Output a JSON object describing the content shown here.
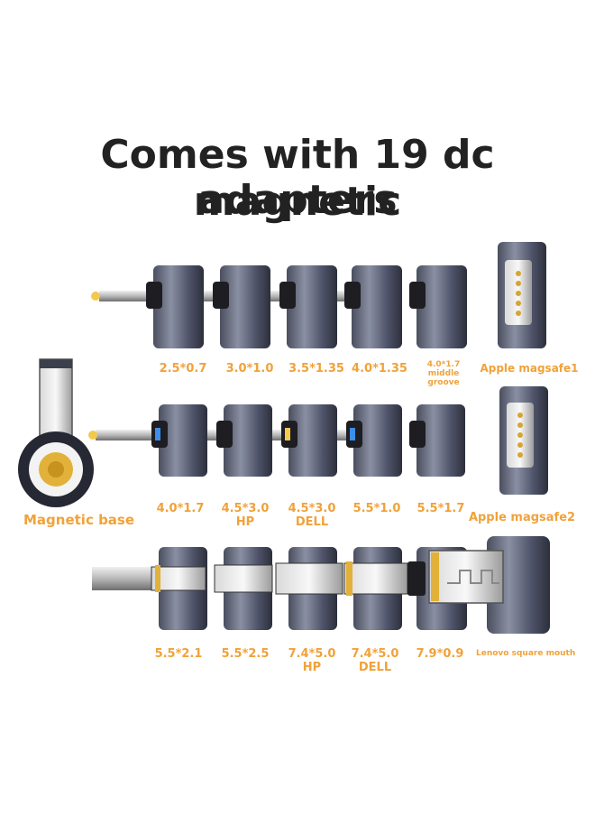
{
  "title": {
    "line1": "Comes with 19 dc magnetic",
    "line2": "adapters"
  },
  "base_label": "Magnetic base",
  "rows": [
    {
      "items": [
        {
          "label": "2.5*0.7"
        },
        {
          "label": "3.0*1.0"
        },
        {
          "label": "3.5*1.35"
        },
        {
          "label": "4.0*1.35"
        },
        {
          "label": "4.0*1.7 middle groove"
        },
        {
          "label": "Apple magsafe1"
        }
      ]
    },
    {
      "items": [
        {
          "label": "4.0*1.7"
        },
        {
          "label": "4.5*3.0 HP"
        },
        {
          "label": "4.5*3.0 DELL"
        },
        {
          "label": "5.5*1.0"
        },
        {
          "label": "5.5*1.7"
        },
        {
          "label": "Apple magsafe2"
        }
      ]
    },
    {
      "items": [
        {
          "label": "5.5*2.1"
        },
        {
          "label": "5.5*2.5"
        },
        {
          "label": "7.4*5.0 HP"
        },
        {
          "label": "7.4*5.0 DELL"
        },
        {
          "label": "7.9*0.9"
        },
        {
          "label": "Lenovo square mouth"
        }
      ]
    }
  ],
  "colors": {
    "label": "#f0a23a",
    "title": "#222222",
    "metal": "#5b6070"
  }
}
